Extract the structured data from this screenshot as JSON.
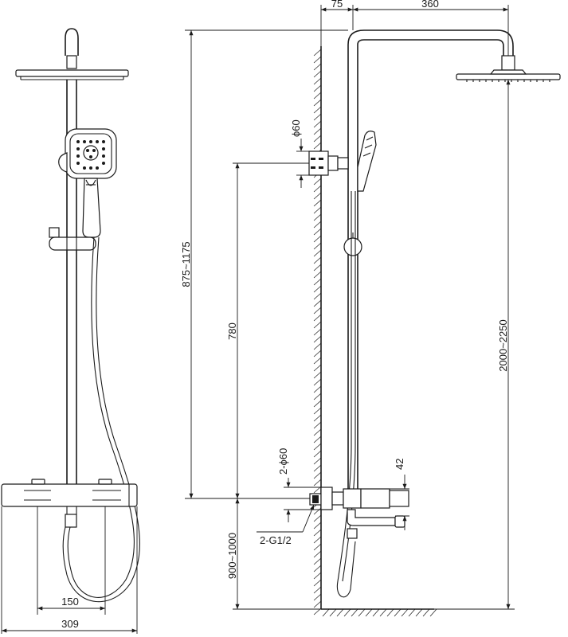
{
  "dimensions": {
    "wall_offset": "75",
    "arm_length": "360",
    "holder_diameter": "ϕ60",
    "height_adjust": "875~1175",
    "bar_length": "780",
    "overall_height": "2000~2250",
    "outlet_diameter": "2-ϕ60",
    "spout_height": "42",
    "inlet_thread": "2-G1/2",
    "mount_height": "900~1000",
    "inlet_spacing": "150",
    "overall_width": "309"
  }
}
